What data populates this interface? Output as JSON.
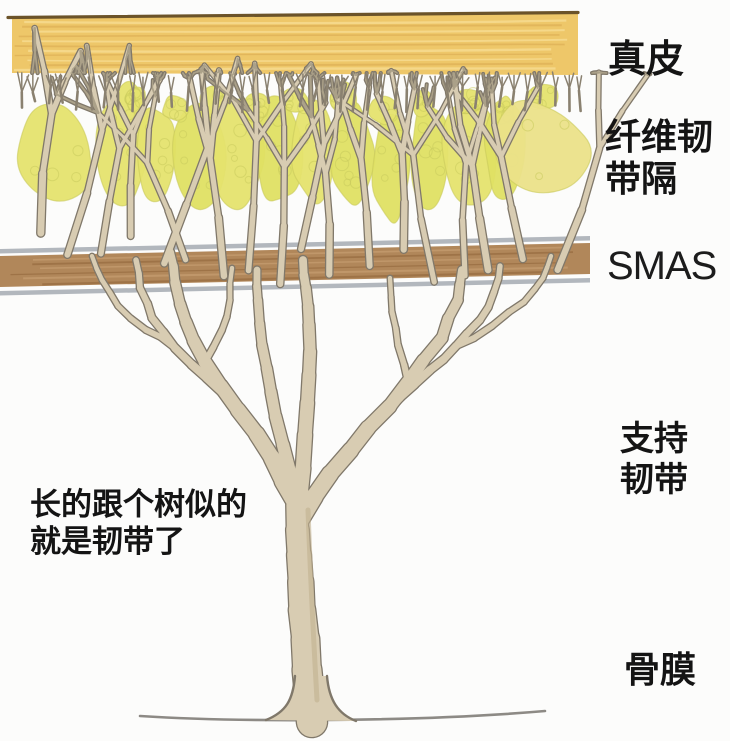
{
  "labels": {
    "dermis": "真皮",
    "fibrous_septa_line1": "纤维韧",
    "fibrous_septa_line2": "带隔",
    "smas": "SMAS",
    "retaining_line1": "支持",
    "retaining_line2": "韧带",
    "periosteum": "骨膜",
    "annotation_line1": "长的跟个树似的",
    "annotation_line2": "就是韧带了"
  },
  "colors": {
    "background": "#fcfcfb",
    "dermis_gold": "#eec769",
    "dermis_streak_dark": "#dfb258",
    "dermis_streak_light": "#f6dc92",
    "dermis_top_line": "#6b5329",
    "lobule_yellow": "#e5e36e",
    "lobule_yellow_alt": "#dfe063",
    "lobule_pale": "#ebe289",
    "lobule_outline": "#c9ca5c",
    "smas_brown": "#b1875a",
    "smas_streak_dark": "#93683e",
    "smas_streak_light": "#c79f73",
    "smas_gray": "#b2b7bd",
    "branch_tan": "#d8ccb2",
    "branch_outline": "#80786a",
    "twig_gray": "#aba189",
    "fringe_gray": "#8a8170",
    "baseline_gray": "#8d8a85",
    "text": "#141414"
  }
}
